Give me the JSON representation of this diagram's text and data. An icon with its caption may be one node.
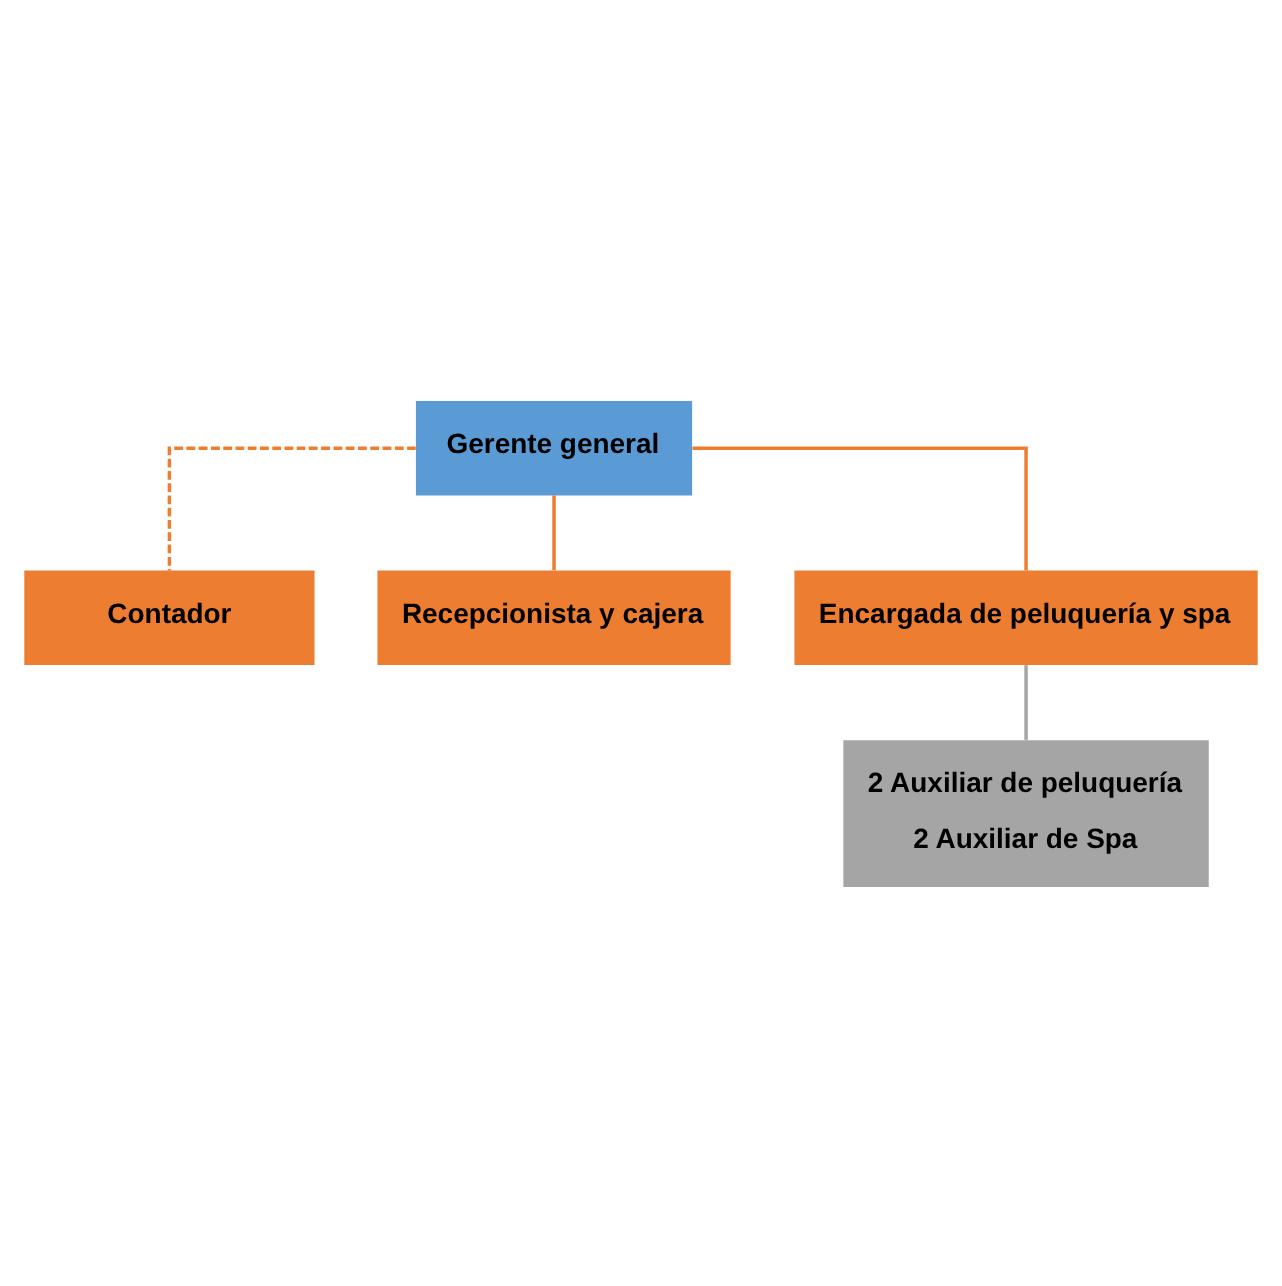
{
  "diagram": {
    "nodes": [
      {
        "text": [
          "Gerente general"
        ]
      },
      {
        "text": [
          "Contador"
        ]
      },
      {
        "text": [
          "Recepcionista y cajera"
        ]
      },
      {
        "text": [
          "Encargada de peluquería y spa"
        ]
      },
      {
        "text": [
          "2 Auxiliar de peluquería",
          "2 Auxiliar de Spa"
        ]
      }
    ],
    "edges": [
      {
        "from": 0,
        "to": 1,
        "arrow": "none",
        "style": "dashed"
      },
      {
        "from": 0,
        "to": 2,
        "arrow": "none"
      },
      {
        "from": 0,
        "to": 3,
        "arrow": "none"
      },
      {
        "from": 3,
        "to": 4,
        "arrow": "none",
        "color": "#a5a5a5"
      }
    ]
  }
}
